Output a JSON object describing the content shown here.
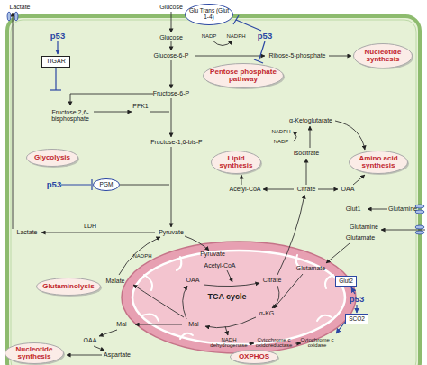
{
  "diagram": {
    "nodes": [
      {
        "text": [
          "Glu Trans (Glut 1-4)"
        ]
      },
      {
        "text": [
          "TIGAR"
        ]
      },
      {
        "text": [
          "Pentose phosphate pathway"
        ]
      },
      {
        "text": [
          "Nucleotide synthesis"
        ]
      },
      {
        "text": [
          "Glycolysis"
        ]
      },
      {
        "text": [
          "Lipid synthesis"
        ]
      },
      {
        "text": [
          "Amino acid synthesis"
        ]
      },
      {
        "text": [
          "PGM"
        ]
      },
      {
        "text": [
          "Glut2"
        ]
      },
      {
        "text": [
          "Glutaminolysis"
        ]
      },
      {
        "text": [
          "SCO2"
        ]
      },
      {
        "text": [
          "Nucleotide synthesis"
        ]
      },
      {
        "text": [
          "OXPHOS"
        ]
      }
    ],
    "labels": [
      "Lactate",
      "Glucose",
      "p53",
      "Glucose",
      "NADP",
      "NADPH",
      "p53",
      "Glucose-6-P",
      "Ribose-5-phosphate",
      "Fructose-6-P",
      "Fructose 2,6-bisphosphate",
      "PFK1",
      "α-Ketoglutarate",
      "NADPH",
      "NADP",
      "Fructose-1,6-bis-P",
      "Isocitrate",
      "p53",
      "Acetyl-CoA",
      "Citrate",
      "OAA",
      "Glut1",
      "Glutamine",
      "Glutamine",
      "Glutamate",
      "Lactate",
      "LDH",
      "Pyruvate",
      "NADPH",
      "Pyruvate",
      "Acetyl-CoA",
      "Glutamate",
      "OAA",
      "Citrate",
      "Malate",
      "TCA cycle",
      "p53",
      "α-KG",
      "Mal",
      "Mal",
      "NADH dehydrogenase",
      "Cytochrome c oxidoreductase",
      "Cytochrome c oxidase",
      "OAA",
      "Aspartate"
    ]
  }
}
